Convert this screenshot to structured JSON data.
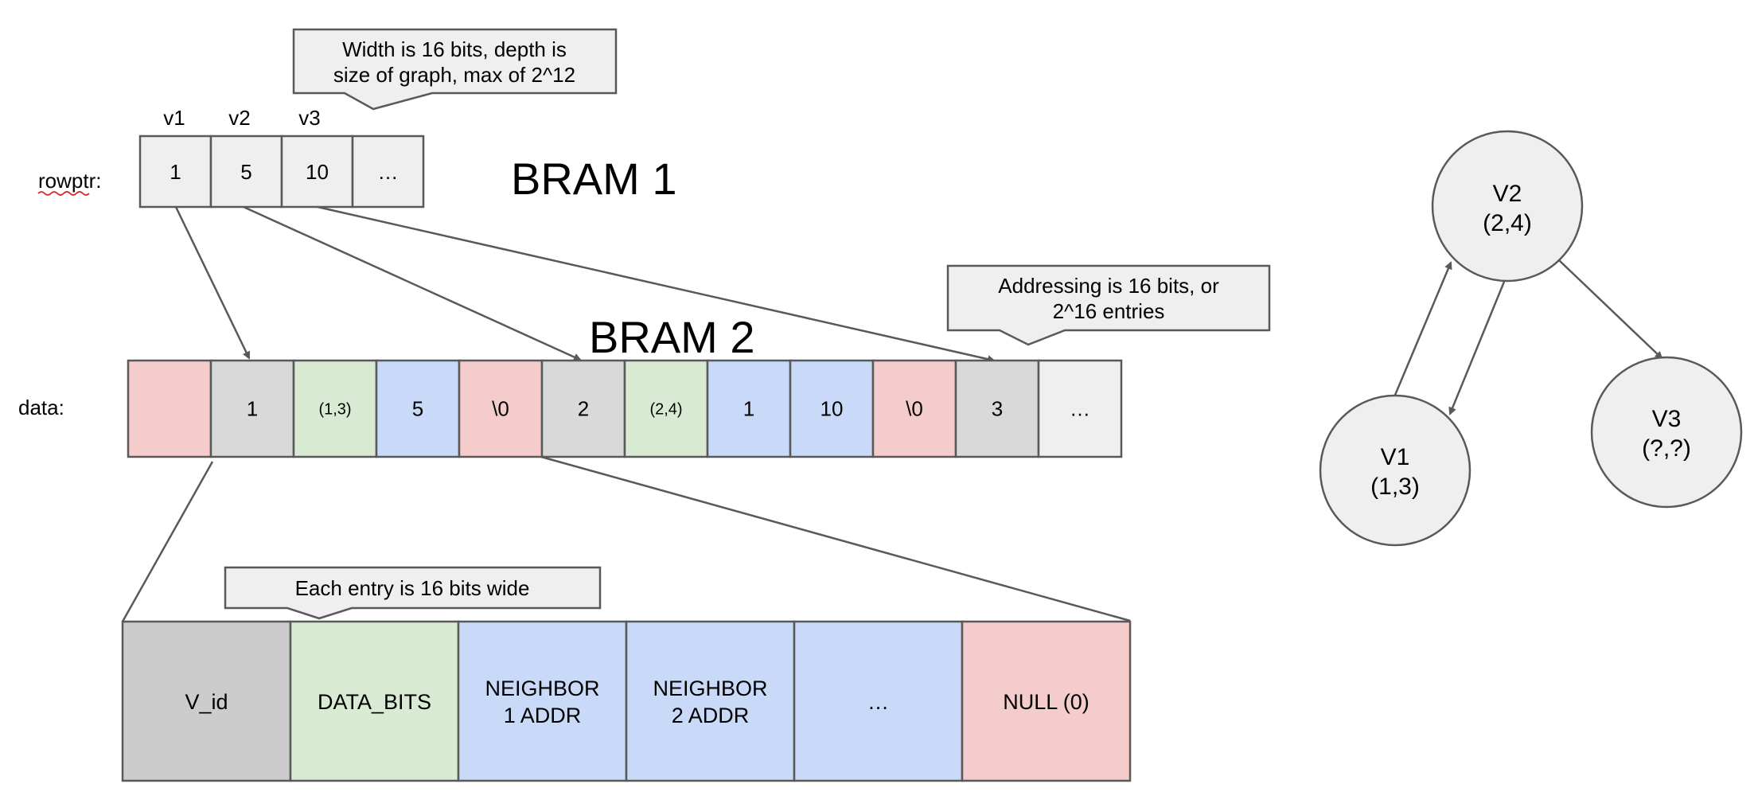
{
  "colors": {
    "gray": "#d9d9d9",
    "light": "#efefef",
    "green": "#d9ead3",
    "blue": "#c9daf8",
    "red": "#f4cccc",
    "dark": "#cccccc",
    "stroke": "#595959"
  },
  "callouts": {
    "width_depth": [
      "Width is 16 bits, depth is",
      "size of graph, max of 2^12"
    ],
    "addressing": [
      "Addressing is 16 bits, or",
      "2^16 entries"
    ],
    "entry_width": [
      "Each entry is 16 bits wide"
    ]
  },
  "rowptr": {
    "label": "rowptr:",
    "headers": [
      "v1",
      "v2",
      "v3"
    ],
    "cells": [
      "1",
      "5",
      "10",
      "…"
    ]
  },
  "bram1_title": "BRAM 1",
  "bram2_title": "BRAM 2",
  "data": {
    "label": "data:",
    "cells": [
      {
        "text": "",
        "color": "red"
      },
      {
        "text": "1",
        "color": "gray"
      },
      {
        "text": "(1,3)",
        "color": "green",
        "small": true
      },
      {
        "text": "5",
        "color": "blue"
      },
      {
        "text": "\\0",
        "color": "red"
      },
      {
        "text": "2",
        "color": "gray"
      },
      {
        "text": "(2,4)",
        "color": "green",
        "small": true
      },
      {
        "text": "1",
        "color": "blue"
      },
      {
        "text": "10",
        "color": "blue"
      },
      {
        "text": "\\0",
        "color": "red"
      },
      {
        "text": "3",
        "color": "gray"
      },
      {
        "text": "…",
        "color": "light"
      }
    ]
  },
  "entry_layout": {
    "cells": [
      {
        "lines": [
          "V_id"
        ],
        "color": "dark"
      },
      {
        "lines": [
          "DATA_BITS"
        ],
        "color": "green"
      },
      {
        "lines": [
          "NEIGHBOR",
          "1 ADDR"
        ],
        "color": "blue"
      },
      {
        "lines": [
          "NEIGHBOR",
          "2 ADDR"
        ],
        "color": "blue"
      },
      {
        "lines": [
          "…"
        ],
        "color": "blue"
      },
      {
        "lines": [
          "NULL (0)"
        ],
        "color": "red"
      }
    ]
  },
  "graph": {
    "nodes": [
      {
        "id": "V2",
        "name": "V2",
        "coords": "(2,4)"
      },
      {
        "id": "V1",
        "name": "V1",
        "coords": "(1,3)"
      },
      {
        "id": "V3",
        "name": "V3",
        "coords": "(?,?)"
      }
    ],
    "edges": [
      {
        "from": "V1",
        "to": "V2"
      },
      {
        "from": "V2",
        "to": "V1"
      },
      {
        "from": "V2",
        "to": "V3"
      }
    ]
  }
}
